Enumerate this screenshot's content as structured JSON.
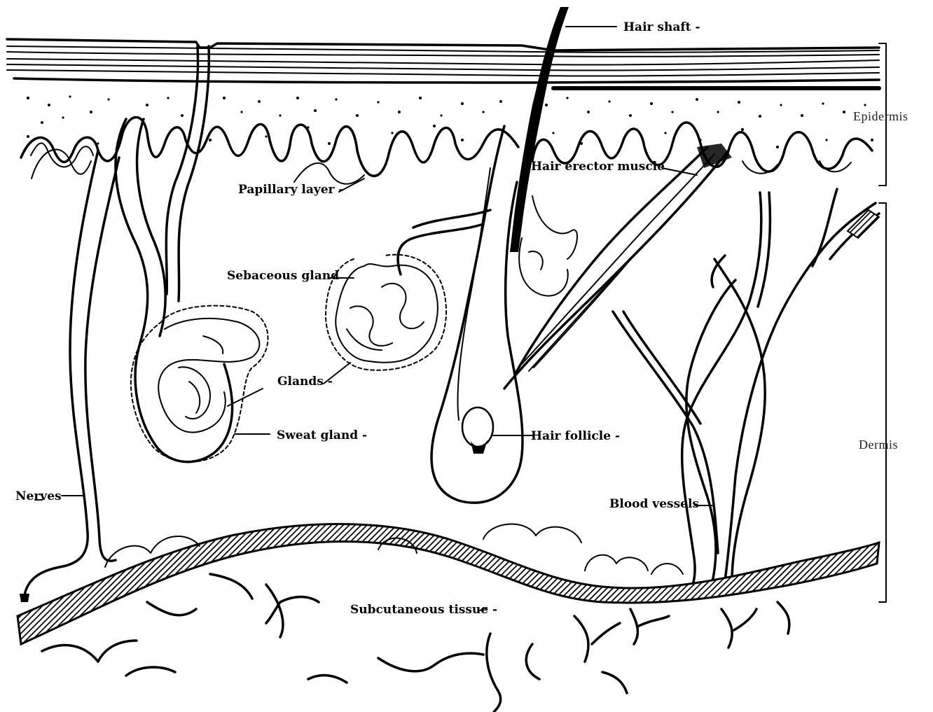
{
  "labels": {
    "hair_shaft": "Hair shaft -",
    "epidermis": "Epidermis",
    "hair_erector_muscle": "Hair erector muscle",
    "papillary_layer": "Papillary layer -",
    "sebaceous_gland": "Sebaceous gland",
    "glands": "Glands -",
    "sweat_gland": "Sweat gland -",
    "hair_follicle": "Hair follicle -",
    "dermis": "Dermis",
    "nerves": "Nerves",
    "blood_vessels": "Blood vessels",
    "subcutaneous_tissue": "Subcutaneous tissue -"
  },
  "icons": {
    "hair_shaft": "hair-shaft-illustration",
    "sweat_gland": "sweat-gland-illustration",
    "sebaceous_gland": "sebaceous-gland-illustration",
    "hair_follicle": "hair-follicle-illustration",
    "erector_muscle": "erector-muscle-illustration",
    "blood_vessels": "blood-vessels-illustration",
    "nerve": "nerve-illustration",
    "subcutaneous_fat": "fat-lobules-illustration"
  },
  "colors": {
    "ink": "#000000",
    "background": "#ffffff"
  }
}
